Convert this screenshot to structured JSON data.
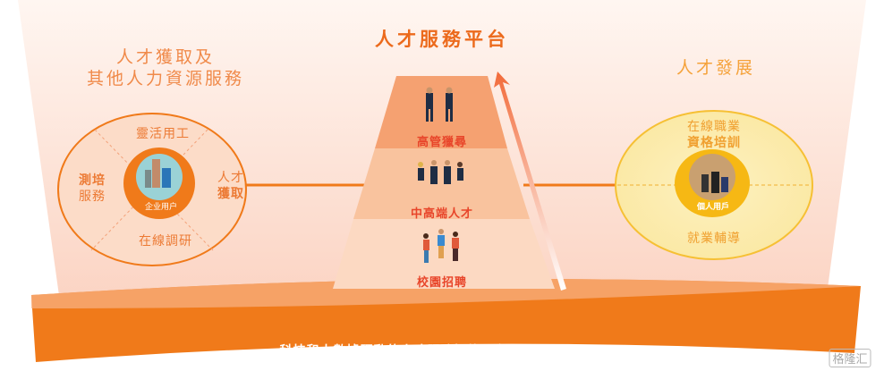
{
  "main_title": "人才服務平台",
  "left": {
    "title_line1": "人才獲取及",
    "title_line2": "其他人力資源服務",
    "center": "企业用户",
    "segments": {
      "top": "靈活用工",
      "right_line1": "人才",
      "right_line2": "獲取",
      "bottom": "在線調研",
      "left_line1": "測培",
      "left_line2": "服務"
    }
  },
  "pyramid": {
    "tiers": [
      "高管獵尋",
      "中高端人才",
      "校園招聘"
    ]
  },
  "right": {
    "title": "人才發展",
    "top_line1": "在線職業",
    "top_line2": "資格培訓",
    "center": "個人用戶",
    "bottom": "就業輔導"
  },
  "band_text": "科技和大數據驅動的人才服務智能平台",
  "watermark": "格隆汇",
  "colors": {
    "orange": "#f07a1a",
    "peach": "#fbd9c8",
    "yellow": "#f7c234"
  }
}
